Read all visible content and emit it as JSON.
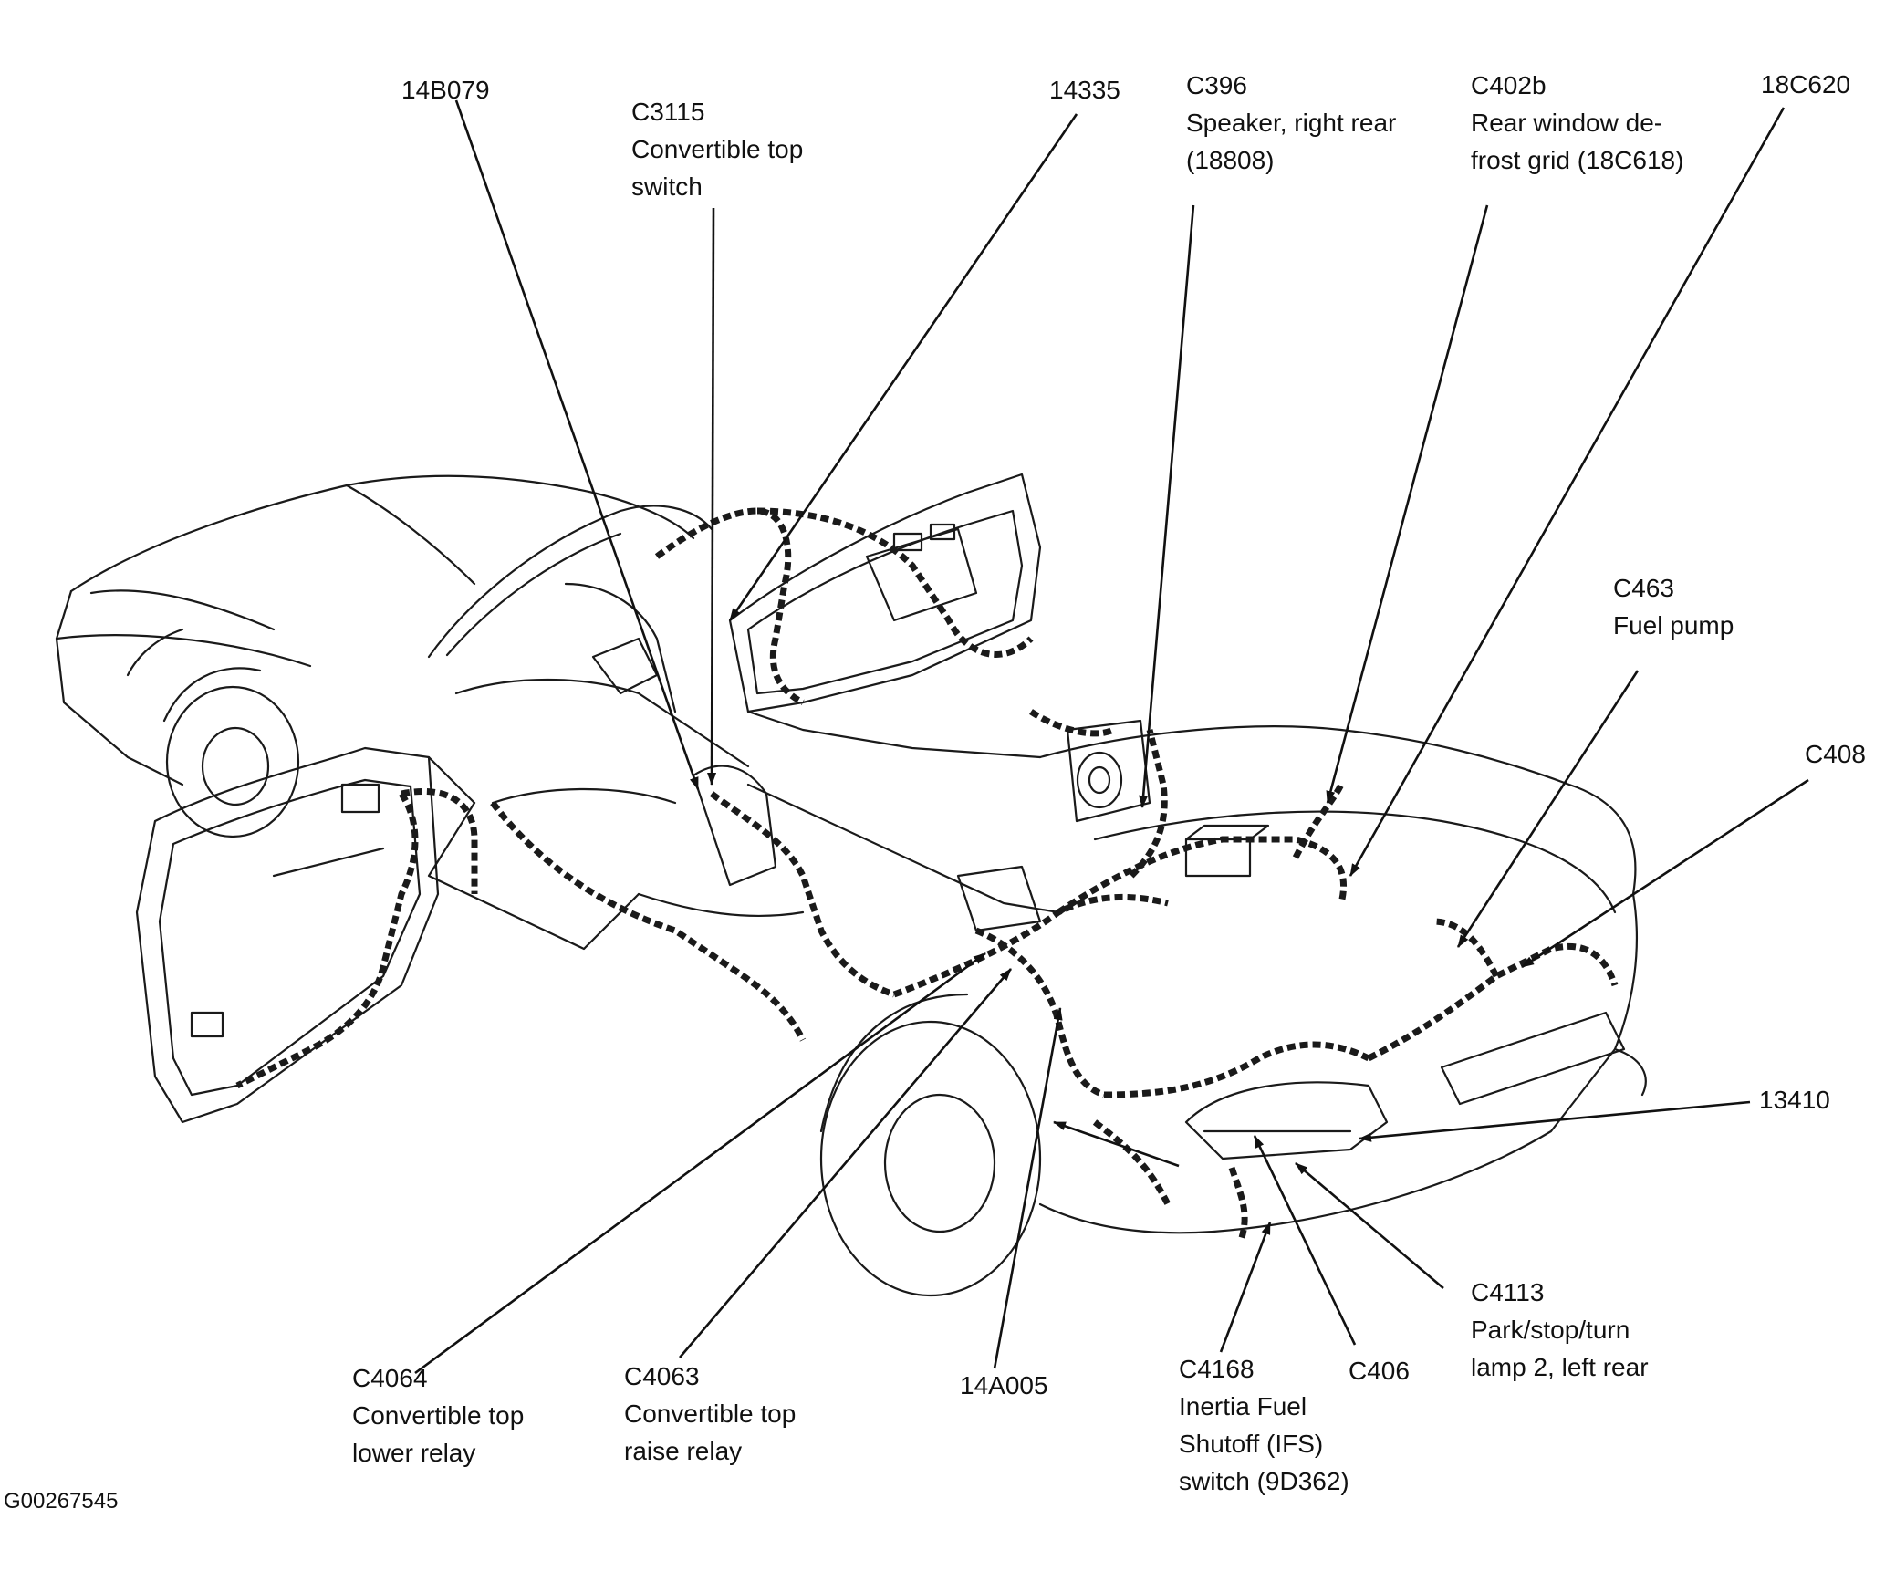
{
  "figure_id": "G00267545",
  "callouts": [
    {
      "id": "14b079",
      "lines": [
        "14B079"
      ]
    },
    {
      "id": "c3115",
      "lines": [
        "C3115",
        "Convertible top",
        "switch"
      ]
    },
    {
      "id": "14335",
      "lines": [
        "14335"
      ]
    },
    {
      "id": "c396",
      "lines": [
        "C396",
        "Speaker, right rear",
        "(18808)"
      ]
    },
    {
      "id": "c402b",
      "lines": [
        "C402b",
        "Rear window de-",
        "frost grid (18C618)"
      ]
    },
    {
      "id": "18c620",
      "lines": [
        "18C620"
      ]
    },
    {
      "id": "c463",
      "lines": [
        "C463",
        "Fuel pump"
      ]
    },
    {
      "id": "c408",
      "lines": [
        "C408"
      ]
    },
    {
      "id": "13410",
      "lines": [
        "13410"
      ]
    },
    {
      "id": "c4113",
      "lines": [
        "C4113",
        "Park/stop/turn",
        "lamp 2, left rear"
      ]
    },
    {
      "id": "c406",
      "lines": [
        "C406"
      ]
    },
    {
      "id": "c4168",
      "lines": [
        "C4168",
        "Inertia Fuel",
        "Shutoff (IFS)",
        "switch (9D362)"
      ]
    },
    {
      "id": "14a005",
      "lines": [
        "14A005"
      ]
    },
    {
      "id": "c4063",
      "lines": [
        "C4063",
        "Convertible top",
        "raise relay"
      ]
    },
    {
      "id": "c4064",
      "lines": [
        "C4064",
        "Convertible top",
        "lower relay"
      ]
    }
  ]
}
